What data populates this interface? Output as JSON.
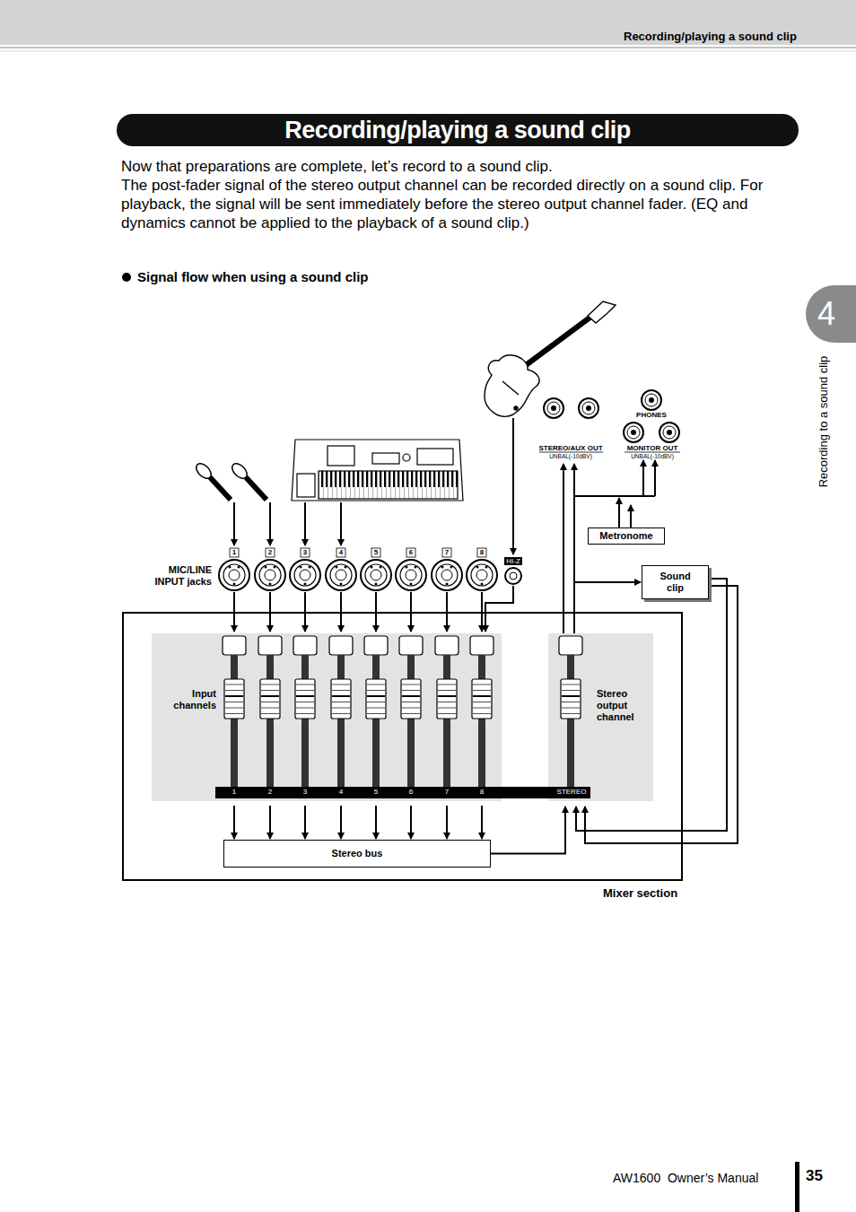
{
  "diagram": {
    "title": "Recording/playing a sound clip",
    "nodes": [
      {
        "text": [
          "Mixer section"
        ]
      },
      {
        "text": [
          "Input channels"
        ],
        "in": 0
      },
      {
        "text": [
          "Stereo output channel"
        ],
        "in": 0
      },
      {
        "text": [
          "Stereo bus"
        ],
        "in": 0
      },
      {
        "text": [
          "Metronome"
        ]
      },
      {
        "text": [
          "Sound clip"
        ]
      }
    ],
    "edges": [
      {
        "from": 1,
        "to": 3,
        "arrow": "to"
      },
      {
        "from": 3,
        "to": 2,
        "arrow": "to"
      },
      {
        "from": 2,
        "to": 5,
        "arrow": "to"
      },
      {
        "from": 5,
        "to": 2,
        "arrow": "to"
      }
    ],
    "labels": [
      "Recording/playing a sound clip",
      "Now that preparations are complete, let’s record to a sound clip.",
      "The post-fader signal of the stereo output channel can be recorded directly on a sound clip. For playback, the signal will be sent immediately before the stereo output channel fader. (EQ and dynamics cannot be applied to the playback of a sound clip.)",
      "Signal flow when using a sound clip",
      "MIC/LINE INPUT jacks",
      "1",
      "2",
      "3",
      "4",
      "5",
      "6",
      "7",
      "8",
      "HI-Z",
      "PHONES",
      "STEREO/AUX OUT",
      "UNBAL(-10dBV)",
      "MONITOR OUT",
      "UNBAL(-10dBV)",
      "1",
      "2",
      "3",
      "4",
      "5",
      "6",
      "7",
      "8",
      "STEREO",
      "4",
      "Recording to a sound clip",
      "AW1600  Owner’s Manual",
      "35"
    ]
  }
}
